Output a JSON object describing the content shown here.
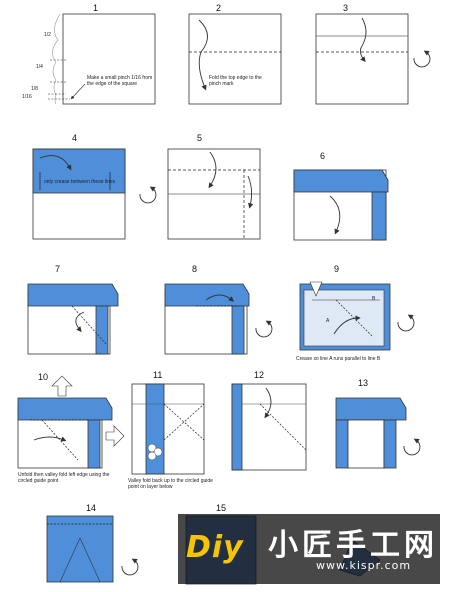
{
  "steps": {
    "s1": {
      "number": "1",
      "note": "Make a small pinch 1/16 from the edge of the square"
    },
    "s2": {
      "number": "2",
      "note": "Fold the top edge to the pinch mark"
    },
    "s3": {
      "number": "3"
    },
    "s4": {
      "number": "4",
      "note": "only crease between these lines"
    },
    "s5": {
      "number": "5"
    },
    "s6": {
      "number": "6"
    },
    "s7": {
      "number": "7"
    },
    "s8": {
      "number": "8"
    },
    "s9": {
      "number": "9",
      "note": "Crease so line A runs parallel to line B",
      "label_a": "A",
      "label_b": "B"
    },
    "s10": {
      "number": "10",
      "note": "Unfold then valley fold left edge using the circled guide point"
    },
    "s11": {
      "number": "11",
      "note": "Valley fold back up to the circled guide point on layer below"
    },
    "s12": {
      "number": "12"
    },
    "s13": {
      "number": "13"
    },
    "s14": {
      "number": "14"
    },
    "s15": {
      "number": "15"
    }
  },
  "fractions": [
    "1/2",
    "1/4",
    "1/8",
    "1/16"
  ],
  "watermark": {
    "logo": "Diy",
    "name": "小匠手工网",
    "url": "www.kispr.com"
  },
  "colors": {
    "paper_blue": "#4f8fd9",
    "line": "#333333",
    "dash": "#222222"
  }
}
